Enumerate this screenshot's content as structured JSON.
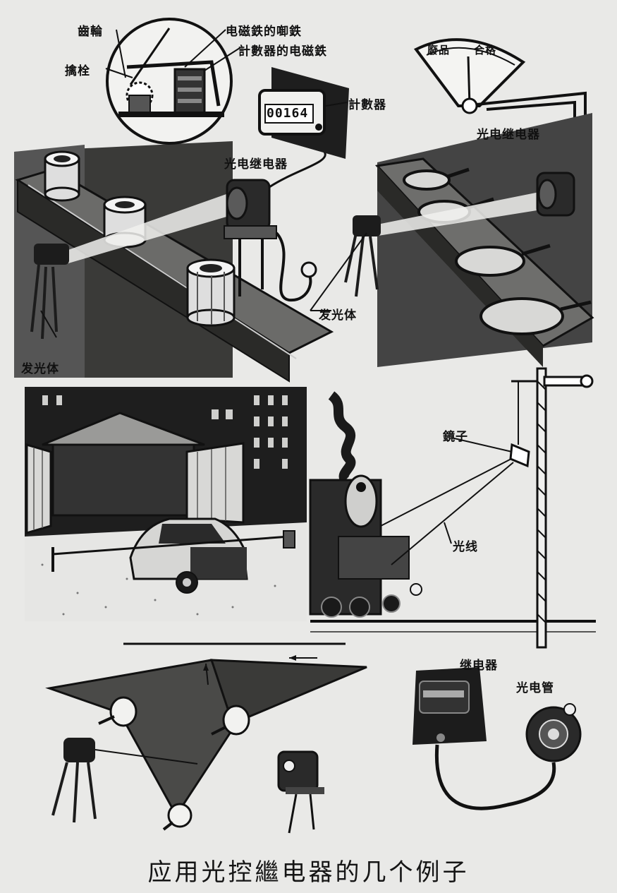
{
  "labels": {
    "ratchet": "齒輪",
    "pawl": "擒栓",
    "armature": "电磁鉄的啣鉄",
    "counter_magnet": "計數器的电磁鉄",
    "counter": "計數器",
    "relay_left": "光电继电器",
    "emitter_left": "发光体",
    "scale_reject": "廢品",
    "scale_ok": "合格",
    "relay_right": "光电继电器",
    "emitter_right": "发光体",
    "mirror": "鏡子",
    "light_ray": "光线",
    "relay_bottom": "继电器",
    "phototube": "光电管"
  },
  "counter_display": "00164",
  "caption": "应用光控繼电器的几个例子"
}
